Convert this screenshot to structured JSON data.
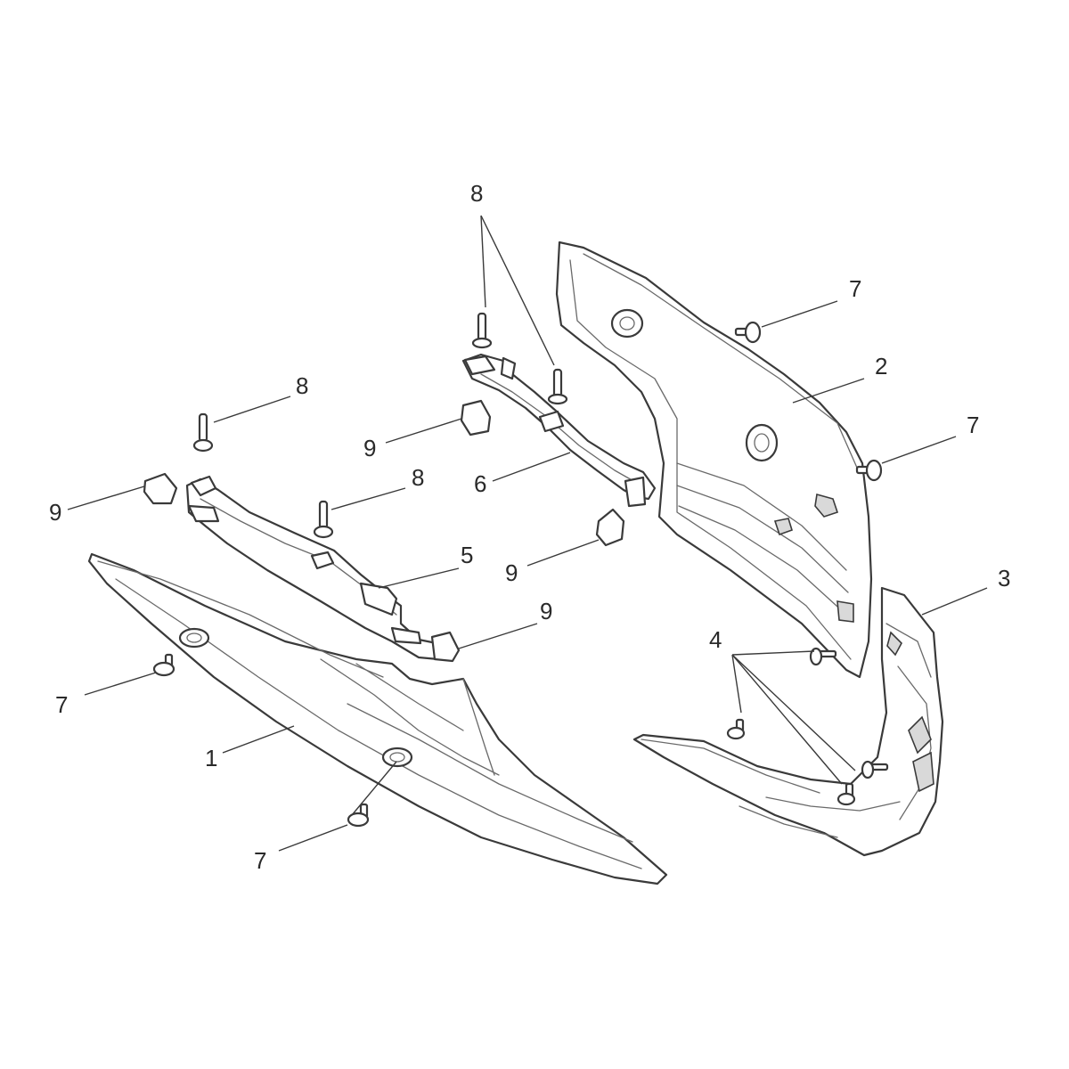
{
  "callouts": {
    "c1": "1",
    "c2": "2",
    "c3": "3",
    "c4": "4",
    "c5": "5",
    "c6": "6",
    "c7a": "7",
    "c7b": "7",
    "c7c": "7",
    "c7d": "7",
    "c8a": "8",
    "c8b": "8",
    "c8c": "8",
    "c9a": "9",
    "c9b": "9",
    "c9c": "9",
    "c9d": "9"
  },
  "colors": {
    "line": "#3a3a3a",
    "shade": "#d9d9d9",
    "background": "#ffffff"
  }
}
